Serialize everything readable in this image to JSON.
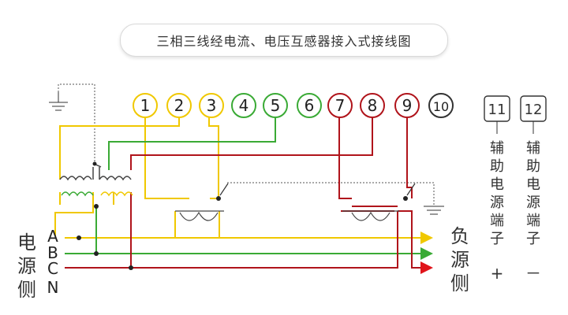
{
  "title": "三相三线经电流、电压互感器接入式接线图",
  "colors": {
    "yellow": "#f0c800",
    "green": "#3aaa35",
    "red": "#b0141b",
    "dark": "#333333",
    "dotted": "#555555",
    "title_border": "#d9d9d9"
  },
  "terminals": [
    {
      "label": "1",
      "color": "yellow"
    },
    {
      "label": "2",
      "color": "yellow"
    },
    {
      "label": "3",
      "color": "yellow"
    },
    {
      "label": "4",
      "color": "green"
    },
    {
      "label": "5",
      "color": "green"
    },
    {
      "label": "6",
      "color": "green"
    },
    {
      "label": "7",
      "color": "red"
    },
    {
      "label": "8",
      "color": "red"
    },
    {
      "label": "9",
      "color": "red"
    },
    {
      "label": "10",
      "color": "dark"
    }
  ],
  "aux_terminals": [
    {
      "label": "11",
      "text": "辅助电源端子",
      "sign": "+"
    },
    {
      "label": "12",
      "text": "辅助电源端子",
      "sign": "－"
    }
  ],
  "source_label": "电源侧",
  "load_label": "负源侧",
  "phases": [
    "A",
    "B",
    "C",
    "N"
  ]
}
